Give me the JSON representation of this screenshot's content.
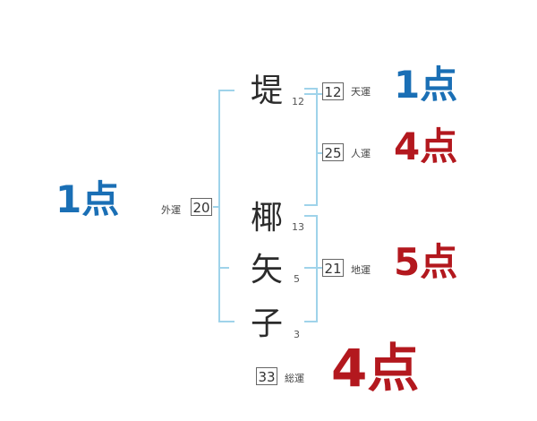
{
  "name": {
    "surname": [
      {
        "char": "堤",
        "strokes": "12"
      }
    ],
    "given": [
      {
        "char": "椰",
        "strokes": "13"
      },
      {
        "char": "矢",
        "strokes": "5"
      },
      {
        "char": "子",
        "strokes": "3"
      }
    ]
  },
  "fortunes": {
    "ten": {
      "value": "12",
      "label": "天運",
      "score": "1点",
      "color": "#1a6fb5"
    },
    "jin": {
      "value": "25",
      "label": "人運",
      "score": "4点",
      "color": "#b3181e"
    },
    "chi": {
      "value": "21",
      "label": "地運",
      "score": "5点",
      "color": "#b3181e"
    },
    "gai": {
      "value": "20",
      "label": "外運",
      "score": "1点",
      "color": "#1a6fb5"
    },
    "so": {
      "value": "33",
      "label": "総運",
      "score": "4点",
      "color": "#b3181e"
    }
  }
}
